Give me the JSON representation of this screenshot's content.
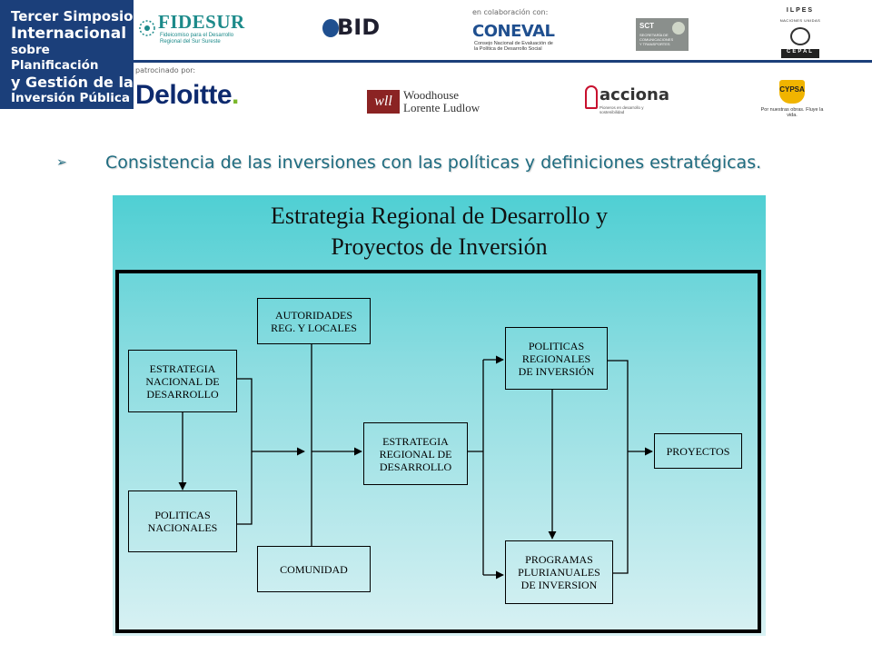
{
  "header": {
    "title_lines": [
      "Tercer Simposio",
      "Internacional",
      "sobre Planificación",
      "y Gestión de la",
      "Inversión Pública"
    ],
    "collaboration_note": "en colaboración con:",
    "sponsor_note": "patrocinado por:",
    "logos": {
      "fidesur": {
        "name": "FIDESUR",
        "sub": "Fideicomiso para el Desarrollo Regional del Sur Sureste"
      },
      "bid": {
        "name": "BID"
      },
      "coneval": {
        "name": "CONEVAL",
        "sub": "Consejo Nacional de Evaluación de la Política de Desarrollo Social"
      },
      "sct": {
        "name": "SCT",
        "sub": "SECRETARÍA DE COMUNICACIONES Y TRANSPORTES"
      },
      "ilpes": {
        "top": "ILPES",
        "mid": "NACIONES UNIDAS",
        "bottom": "CEPAL"
      },
      "deloitte": {
        "name": "Deloitte",
        "dot": "."
      },
      "woodhouse": {
        "mark": "wll",
        "line1": "Woodhouse",
        "line2": "Lorente Ludlow"
      },
      "acciona": {
        "name": "acciona",
        "sub": "Pioneros en desarrollo y sostenibilidad"
      },
      "cypsa": {
        "mark": "CYPSA",
        "sub": "Por nuestras obras. Fluye la vida."
      }
    },
    "colors": {
      "brand_blue": "#1b3f7a",
      "heading_teal": "#1f6c80"
    }
  },
  "bullet": {
    "icon": "arrow-bullet-icon",
    "text": "Consistencia de las inversiones con las políticas y definiciones estratégicas."
  },
  "diagram": {
    "title_lines": [
      "Estrategia Regional de Desarrollo y",
      "Proyectos de Inversión"
    ],
    "nodes": {
      "estrategia_nacional": "ESTRATEGIA\nNACIONAL DE\nDESARROLLO",
      "politicas_nacionales": "POLITICAS\nNACIONALES",
      "autoridades": "AUTORIDADES\nREG. Y LOCALES",
      "comunidad": "COMUNIDAD",
      "estrategia_regional": "ESTRATEGIA\nREGIONAL DE\nDESARROLLO",
      "politicas_regionales": "POLITICAS\nREGIONALES\nDE INVERSIÓN",
      "programas": "PROGRAMAS\nPLURIANUALES\nDE INVERSION",
      "proyectos": "PROYECTOS"
    }
  }
}
